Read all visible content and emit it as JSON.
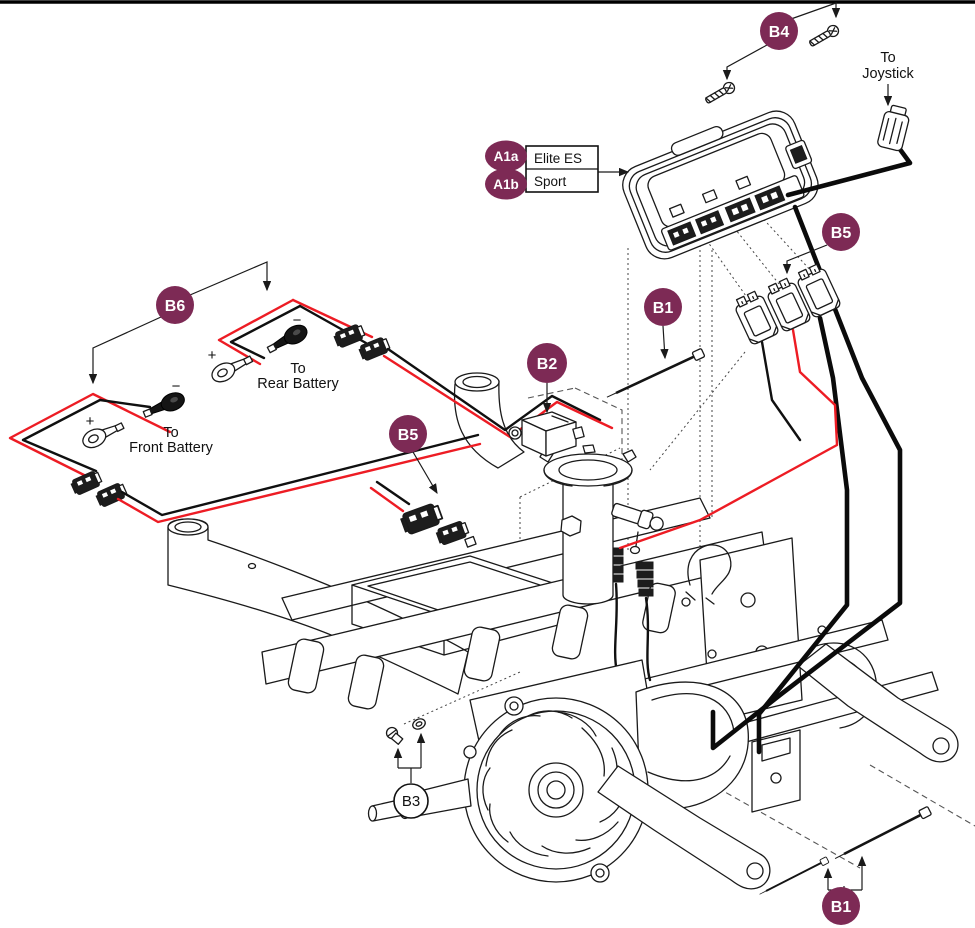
{
  "colors": {
    "badge_fill": "#7d2a55",
    "badge_text": "#ffffff",
    "wire_red": "#ed1c24",
    "ink": "#1a1a1a"
  },
  "callouts": {
    "b4": "B4",
    "b5_top": "B5",
    "a1a": "A1a",
    "a1b": "A1b",
    "b6": "B6",
    "b1_mid": "B1",
    "b2": "B2",
    "b5_mid": "B5",
    "b3": "B3",
    "b1_bottom": "B1"
  },
  "labels": {
    "joystick_line1": "To",
    "joystick_line2": "Joystick",
    "rear_battery_line1": "To",
    "rear_battery_line2": "Rear Battery",
    "front_battery_line1": "To",
    "front_battery_line2": "Front Battery",
    "model_a1a": "Elite ES",
    "model_a1b": "Sport",
    "rear_minus": "−",
    "rear_plus": "+",
    "front_minus": "−",
    "front_plus": "+"
  }
}
